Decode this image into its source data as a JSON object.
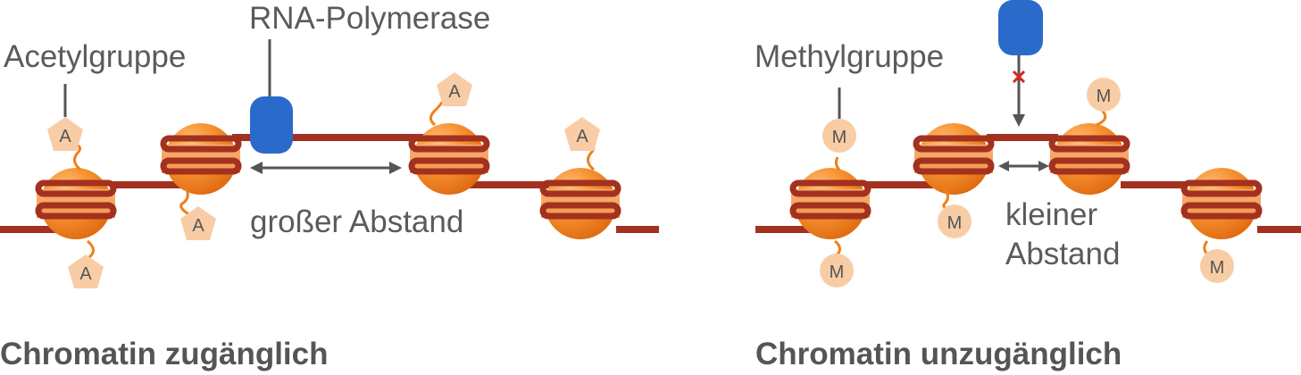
{
  "left": {
    "caption": "Chromatin zugänglich",
    "label_acetyl": "Acetylgruppe",
    "label_polymerase": "RNA-Polymerase",
    "label_distance": "großer Abstand",
    "acetyl_tag": "A"
  },
  "right": {
    "caption": "Chromatin unzugänglich",
    "label_methyl": "Methylgruppe",
    "label_distance_line1": "kleiner",
    "label_distance_line2": "Abstand",
    "methyl_tag": "M"
  },
  "colors": {
    "dna": "#a3311f",
    "histone": "#f07f1b",
    "polymerase": "#2a6acb",
    "tag_fill": "#f8cda6",
    "arrow": "#555555",
    "block_mark": "#d9261c"
  }
}
